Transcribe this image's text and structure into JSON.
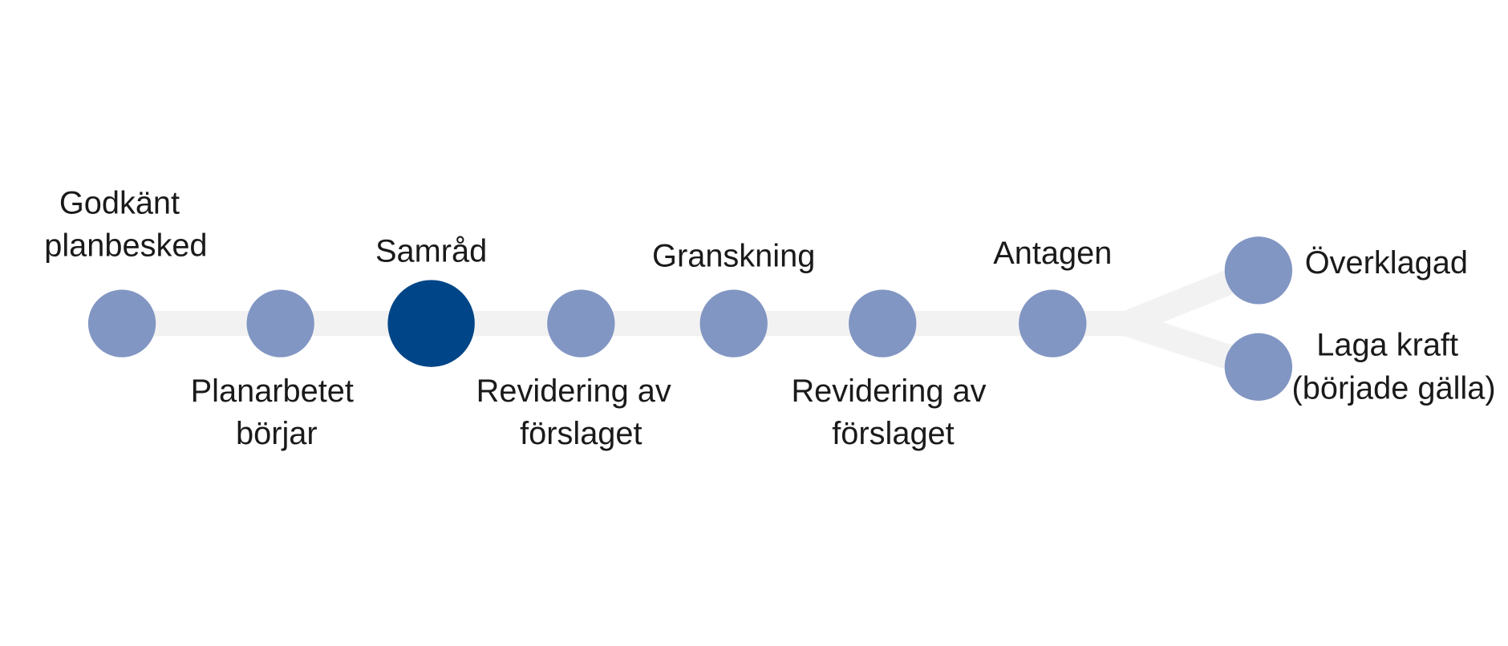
{
  "colors": {
    "line": "#f2f2f2",
    "step": "#8296c3",
    "current": "#004587",
    "text": "#1a1a1a"
  },
  "steps": [
    {
      "lines": [
        "Godkänt",
        "planbesked"
      ],
      "current": false
    },
    {
      "lines": [
        "Planarbetet",
        "börjar"
      ],
      "current": false
    },
    {
      "lines": [
        "Samråd"
      ],
      "current": true
    },
    {
      "lines": [
        "Revidering av",
        "förslaget"
      ],
      "current": false
    },
    {
      "lines": [
        "Granskning"
      ],
      "current": false
    },
    {
      "lines": [
        "Revidering av",
        "förslaget"
      ],
      "current": false
    },
    {
      "lines": [
        "Antagen"
      ],
      "current": false
    }
  ],
  "outcomes": [
    {
      "lines": [
        "Överklagad"
      ]
    },
    {
      "lines": [
        "Laga kraft",
        "(började gälla)"
      ]
    }
  ]
}
